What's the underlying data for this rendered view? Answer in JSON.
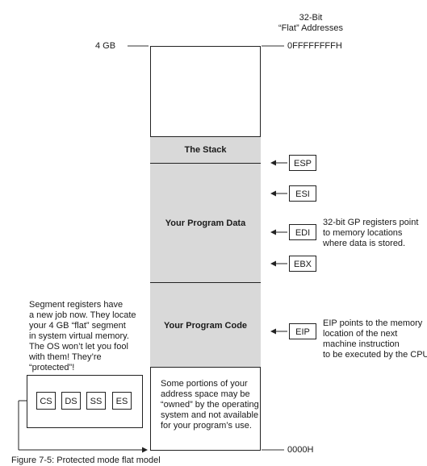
{
  "header": {
    "caption": "32-Bit\n“Flat” Addresses"
  },
  "addresses": {
    "top_left": "4 GB",
    "top_right": "0FFFFFFFFH",
    "bottom_right": "0000H"
  },
  "memory": {
    "stack_label": "The Stack",
    "data_label": "Your Program Data",
    "code_label": "Your Program Code",
    "reserved_text": "Some portions of your\naddress space may be\n“owned” by the operating\nsystem and not available\nfor your program’s use."
  },
  "registers": {
    "esp": "ESP",
    "esi": "ESI",
    "edi": "EDI",
    "ebx": "EBX",
    "eip": "EIP"
  },
  "notes": {
    "gp_note": "32-bit GP registers point\nto memory locations\nwhere data is stored.",
    "eip_note": "EIP points to the memory\nlocation of the next\nmachine instruction\nto be executed by the CPU.",
    "segment_note": "Segment registers have\na new job now. They locate\nyour 4 GB “flat” segment\nin system virtual memory.\nThe OS won’t let you fool\nwith them! They’re\n“protected”!"
  },
  "segment_registers": [
    "CS",
    "DS",
    "SS",
    "ES"
  ],
  "figure_caption": "Figure 7-5: Protected mode flat model"
}
